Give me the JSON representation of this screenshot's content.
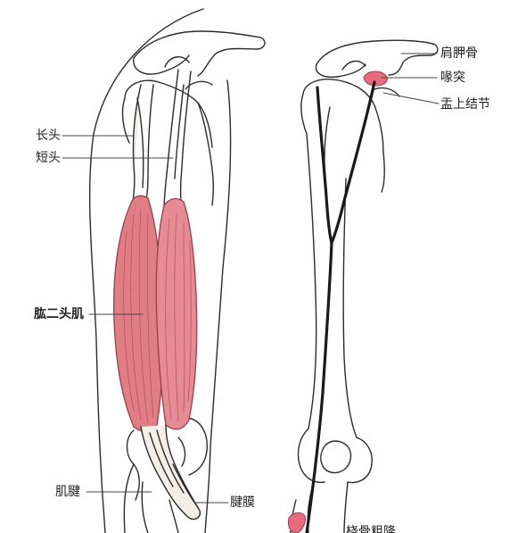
{
  "diagram": {
    "left_panel": {
      "labels": {
        "long_head": "长头",
        "short_head": "短头",
        "biceps": "肱二头肌",
        "tendon": "肌腱",
        "aponeurosis": "腱膜"
      }
    },
    "right_panel": {
      "labels": {
        "scapula": "肩胛骨",
        "coracoid": "喙突",
        "supraglenoid": "盂上结节",
        "radial_tuberosity": "桡骨粗隆"
      }
    },
    "colors": {
      "muscle": "#e07e86",
      "muscle_dark": "#b24a57",
      "highlight": "#e86a80",
      "outline": "#2b2b2b",
      "tendon_line": "#1a1a1a"
    }
  }
}
